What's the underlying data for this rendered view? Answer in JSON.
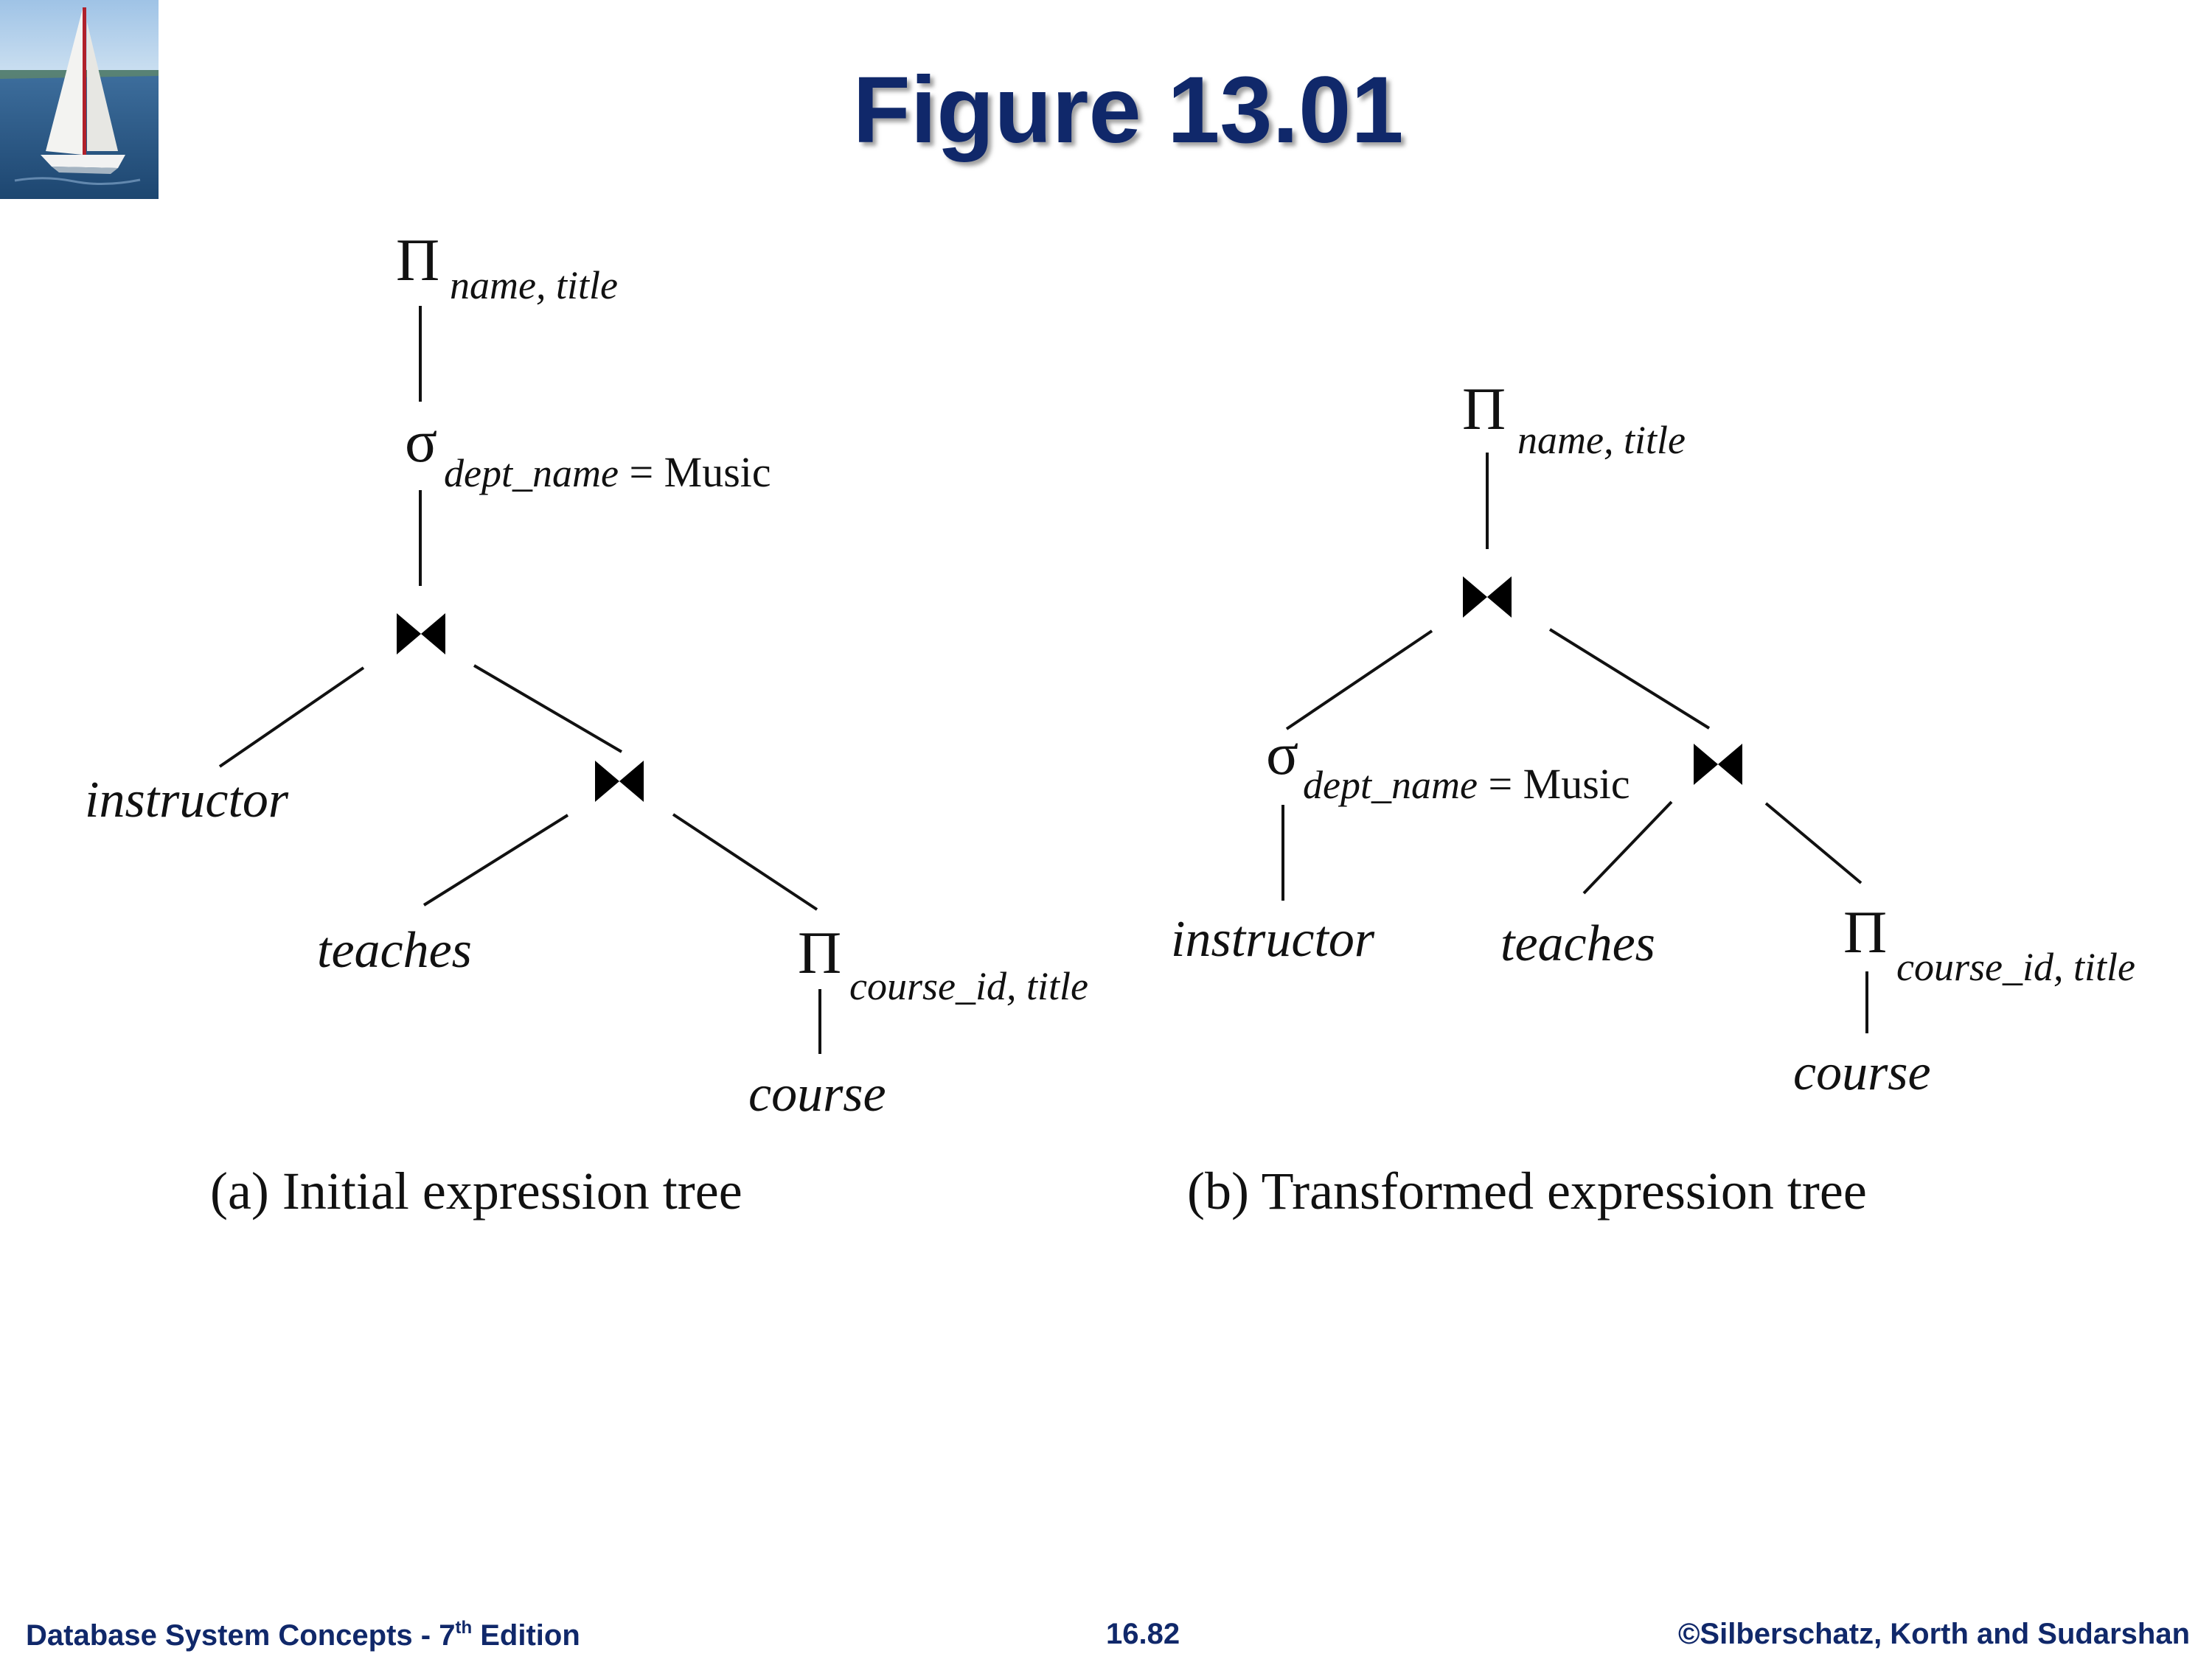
{
  "title": "Figure 13.01",
  "footer": {
    "left": "Database System Concepts - 7",
    "left_sup": "th",
    "left_end": " Edition",
    "center": "16.82",
    "right": "©Silberschatz, Korth and Sudarshan"
  },
  "tree_a": {
    "project_top": {
      "symbol": "Π",
      "attrs": "name, title"
    },
    "select": {
      "symbol": "σ",
      "attr": "dept_name",
      "cond": " = Music"
    },
    "rel_instructor": "instructor",
    "rel_teaches": "teaches",
    "project_course": {
      "symbol": "Π",
      "attrs": "course_id, title"
    },
    "rel_course": "course",
    "caption": "(a) Initial expression tree"
  },
  "tree_b": {
    "project_top": {
      "symbol": "Π",
      "attrs": "name, title"
    },
    "select": {
      "symbol": "σ",
      "attr": "dept_name",
      "cond": " = Music"
    },
    "rel_instructor": "instructor",
    "rel_teaches": "teaches",
    "project_course": {
      "symbol": "Π",
      "attrs": "course_id, title"
    },
    "rel_course": "course",
    "caption": "(b) Transformed expression tree"
  }
}
